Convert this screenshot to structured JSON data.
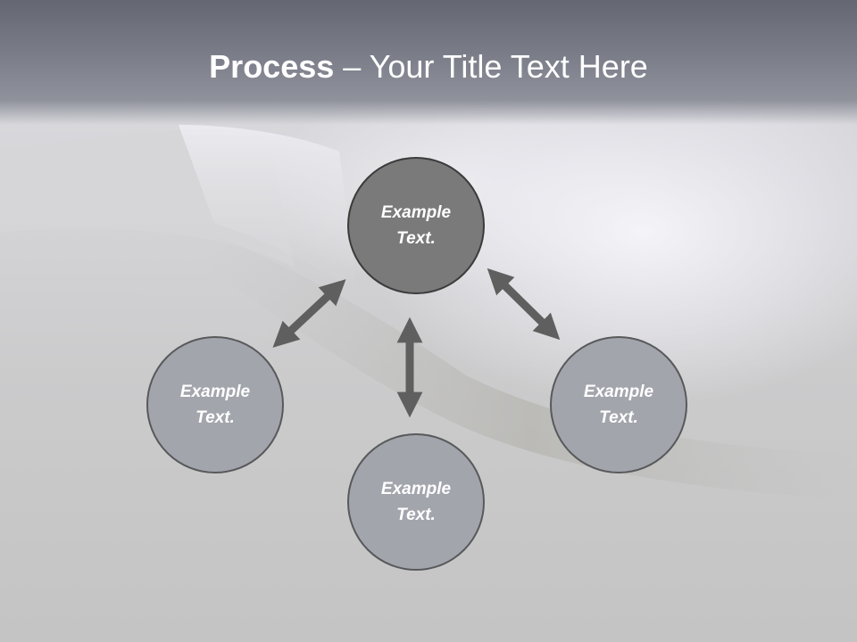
{
  "slide": {
    "title_bold": "Process",
    "title_rest": " – Your Title Text Here"
  },
  "diagram": {
    "center": {
      "label": "Example\nText."
    },
    "left": {
      "label": "Example\nText."
    },
    "bottom": {
      "label": "Example\nText."
    },
    "right": {
      "label": "Example\nText."
    }
  },
  "colors": {
    "title_band": "#6e717c",
    "center_fill": "#7a7a7a",
    "node_fill": "#a3a5ad",
    "node_border": "#58595b",
    "arrow": "#5f5f5f",
    "text": "#ffffff"
  }
}
